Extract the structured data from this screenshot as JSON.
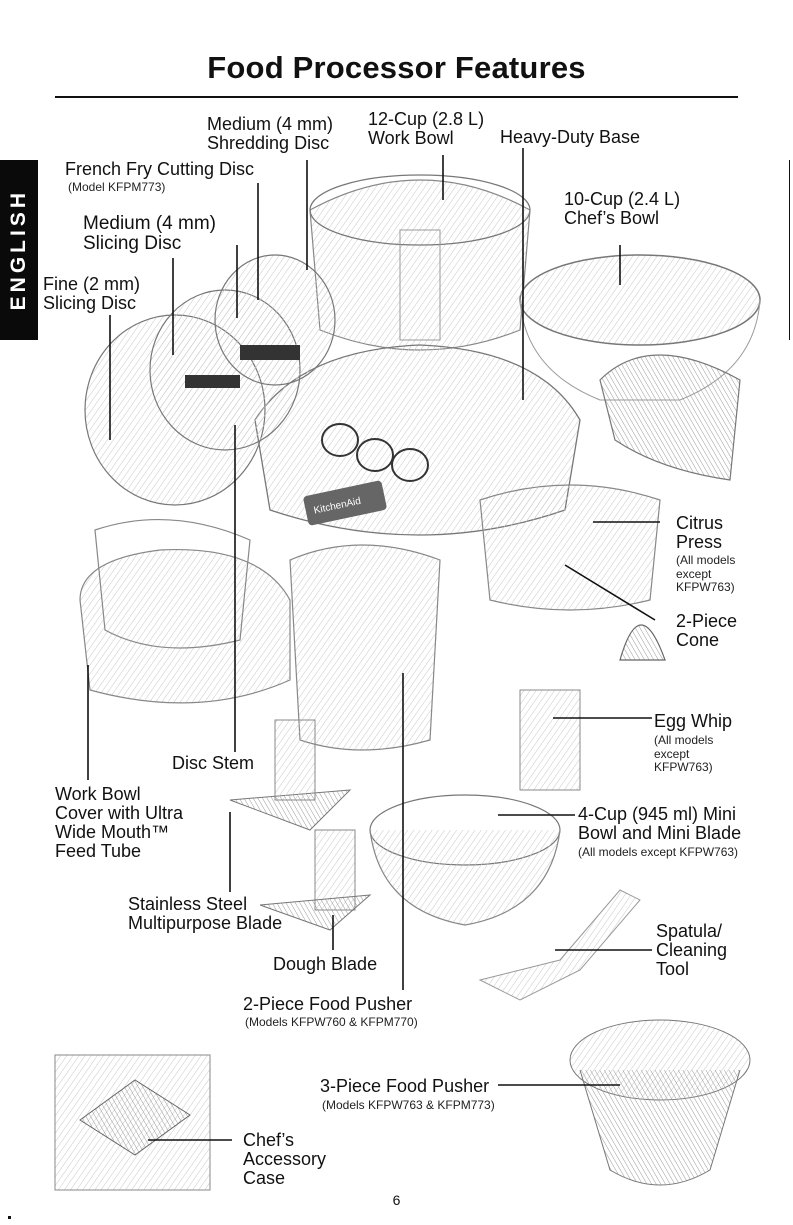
{
  "page": {
    "title": "Food Processor Features",
    "side_tab": "ENGLISH",
    "page_number": "6"
  },
  "labels": {
    "medium_shredding": "Medium (4 mm)\nShredding Disc",
    "work_bowl_12": "12-Cup (2.8 L)\nWork Bowl",
    "heavy_duty_base": "Heavy-Duty Base",
    "french_fry": "French Fry Cutting Disc",
    "french_fry_note": "(Model KFPM773)",
    "chefs_bowl": "10-Cup (2.4 L)\nChef’s Bowl",
    "medium_slicing": "Medium (4 mm)\nSlicing Disc",
    "fine_slicing": "Fine (2 mm)\nSlicing Disc",
    "citrus_press": "Citrus\nPress",
    "citrus_note": "(All models\nexcept\nKFPW763)",
    "cone": "2-Piece\nCone",
    "egg_whip": "Egg Whip",
    "egg_whip_note": "(All models\nexcept\nKFPW763)",
    "disc_stem": "Disc Stem",
    "work_bowl_cover": "Work Bowl\nCover with Ultra\nWide Mouth™\nFeed Tube",
    "mini_bowl": "4-Cup (945 ml) Mini\nBowl and Mini Blade",
    "mini_bowl_note": "(All models except KFPW763)",
    "stainless_blade": "Stainless Steel\nMultipurpose Blade",
    "spatula": "Spatula/\nCleaning\nTool",
    "dough_blade": "Dough Blade",
    "pusher_2": "2-Piece Food Pusher",
    "pusher_2_note": "(Models KFPW760 & KFPM770)",
    "pusher_3": "3-Piece Food Pusher",
    "pusher_3_note": "(Models KFPW763 & KFPM773)",
    "accessory_case": "Chef’s\nAccessory\nCase"
  },
  "illustration": {
    "brand_badge": "KitchenAid"
  }
}
